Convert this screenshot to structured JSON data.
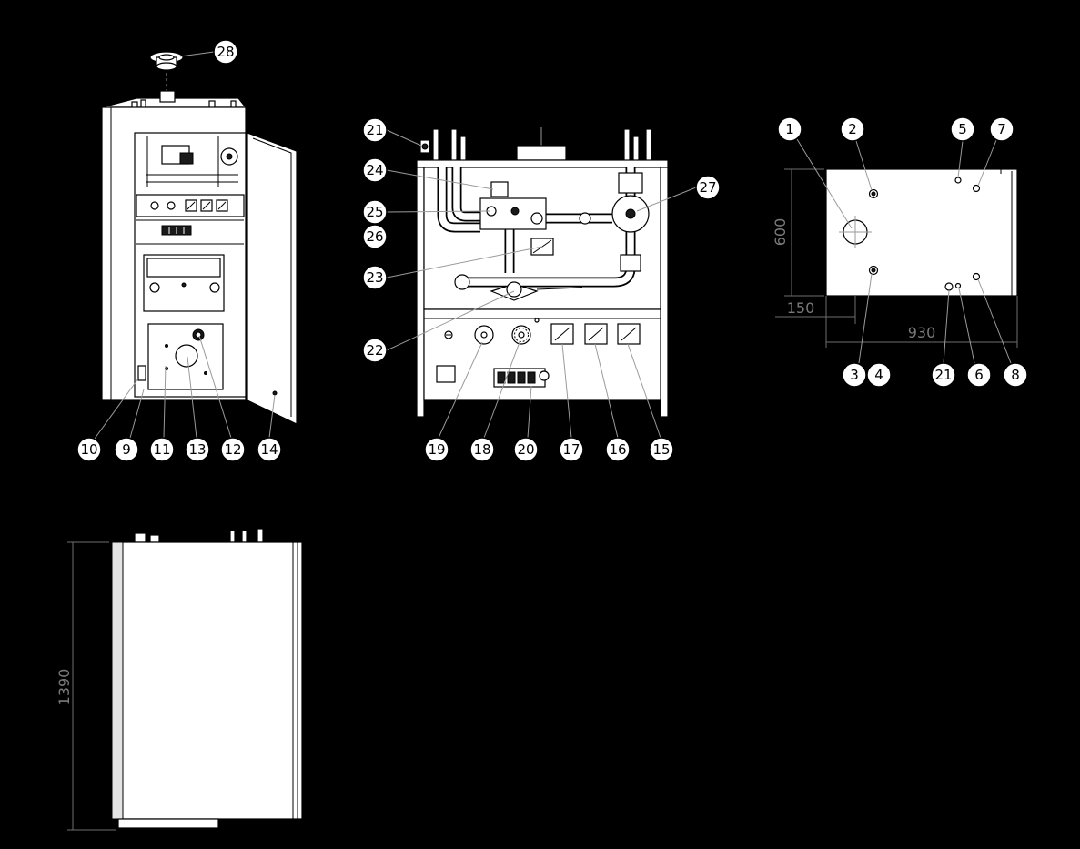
{
  "perspective_view": {
    "callouts": [
      "28",
      "10",
      "9",
      "11",
      "13",
      "12",
      "14"
    ]
  },
  "front_view": {
    "callouts": [
      "21",
      "24",
      "25",
      "26",
      "23",
      "22",
      "27",
      "19",
      "18",
      "20",
      "17",
      "16",
      "15"
    ]
  },
  "top_view": {
    "callouts": [
      "1",
      "2",
      "5",
      "7",
      "3",
      "4",
      "21",
      "6",
      "8"
    ],
    "dimensions": {
      "depth": "600",
      "offset": "150",
      "width": "930"
    }
  },
  "side_view": {
    "dimensions": {
      "height": "1390"
    }
  },
  "colors": {
    "background": "#000000",
    "drawing": "#ffffff"
  }
}
